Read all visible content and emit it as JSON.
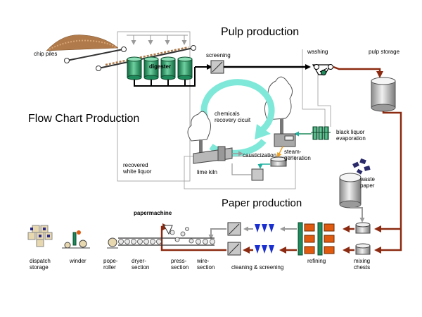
{
  "headings": {
    "pulp_production": "Pulp production",
    "flow_chart_production": "Flow Chart Production",
    "paper_production": "Paper production",
    "papermachine": "papermachine"
  },
  "labels": {
    "chip_piles": "chip piles",
    "digester": "digester",
    "screening": "screening",
    "washing": "washing",
    "pulp_storage": "pulp storage",
    "chemicals_recovery_1": "chemicals",
    "chemicals_recovery_2": "recovery cicuit",
    "black_liquor_1": "black liquor",
    "black_liquor_2": "evaporation",
    "recovered_white_liquor_1": "recovered",
    "recovered_white_liquor_2": "white liquor",
    "lime_kiln": "lime kiln",
    "causticization": "causticization",
    "steam_generation_1": "steam-",
    "steam_generation_2": "generation",
    "waste_paper_1": "waste",
    "waste_paper_2": "paper",
    "dispatch_storage_1": "dispatch",
    "dispatch_storage_2": "storage",
    "winder": "winder",
    "pope_roller_1": "pope-",
    "pope_roller_2": "roller",
    "dryer_section_1": "dryer-",
    "dryer_section_2": "section",
    "press_section_1": "press-",
    "press_section_2": "section",
    "wire_section_1": "wire-",
    "wire_section_2": "section",
    "cleaning_screening": "cleaning & screening",
    "refining": "refining",
    "mixing_chests_1": "mixing",
    "mixing_chests_2": "chests"
  },
  "colors": {
    "pulp_line": "#000000",
    "stock_line": "#8b2a10",
    "digester_green": "#1f8a5c",
    "recovery_arrow": "#7fe8d8",
    "refiner_orange": "#e05a10",
    "cleaner_blue": "#1a2fd0",
    "guide_gray": "#9a9a9a",
    "chips_brown": "#b07a4a"
  }
}
